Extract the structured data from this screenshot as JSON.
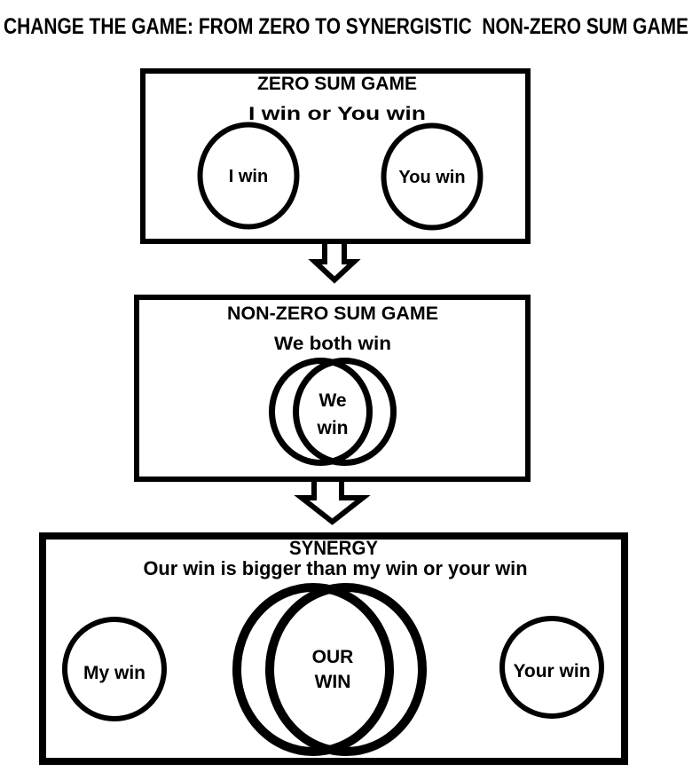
{
  "page": {
    "title": "CHANGE THE GAME: FROM ZERO TO SYNERGISTIC  NON-ZERO SUM GAME",
    "ink_color": "#000000",
    "background_color": "#ffffff"
  },
  "diagram": {
    "type": "flow",
    "stages": [
      {
        "title": "ZERO SUM GAME",
        "subtitle": "I win or You win",
        "circles": [
          {
            "label": "I win"
          },
          {
            "label": "You win"
          }
        ],
        "overlap": "none"
      },
      {
        "title": "NON-ZERO SUM GAME",
        "subtitle": "We both win",
        "overlap_label": [
          "We",
          "win"
        ],
        "overlap": "partial"
      },
      {
        "title": "SYNERGY",
        "subtitle": "Our win is bigger than my win or your win",
        "overlap_label": [
          "OUR",
          "WIN"
        ],
        "side_circles": [
          {
            "label": "My win"
          },
          {
            "label": "Your win"
          }
        ],
        "overlap": "large"
      }
    ],
    "connectors": [
      {
        "icon": "down-block-arrow"
      },
      {
        "icon": "down-block-arrow"
      }
    ]
  }
}
